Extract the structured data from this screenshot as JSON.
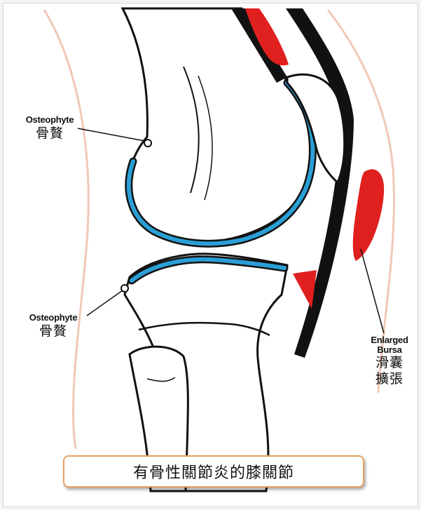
{
  "labels": {
    "osteophyte_upper": {
      "en": "Osteophyte",
      "zh": "骨贅"
    },
    "osteophyte_lower": {
      "en": "Osteophyte",
      "zh": "骨贅"
    },
    "bursa": {
      "en_line1": "Enlarged",
      "en_line2": "Bursa",
      "zh_line1": "滑囊",
      "zh_line2": "擴張"
    }
  },
  "caption": "有骨性關節炎的膝關節",
  "colors": {
    "cartilage": "#2a9fd6",
    "bursa": "#e01f1f",
    "outline": "#111111",
    "skin": "#f2c7b8",
    "caption_border": "#e8a160"
  }
}
